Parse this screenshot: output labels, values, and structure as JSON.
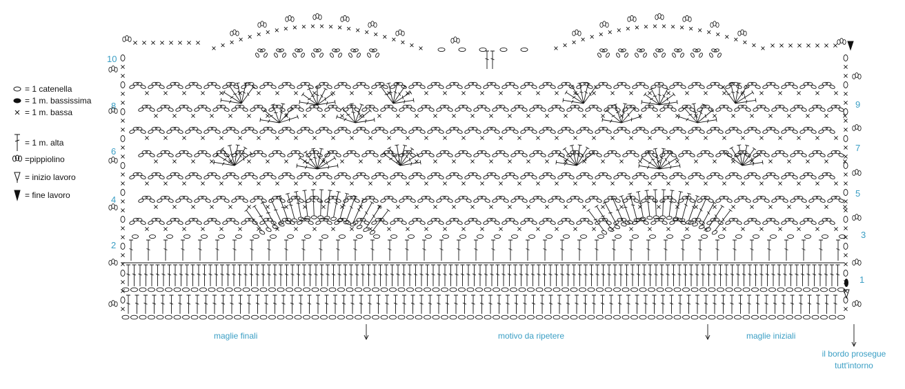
{
  "legend": [
    {
      "symbol": "chain-oval",
      "text": "= 1 catenella"
    },
    {
      "symbol": "filled-oval",
      "text": "= 1 m. bassissima"
    },
    {
      "symbol": "cross",
      "text": "= 1 m. bassa"
    },
    {
      "symbol": "double-crochet",
      "text": "= 1 m. alta"
    },
    {
      "symbol": "picot",
      "text": "=pippiolino"
    },
    {
      "symbol": "start-triangle-outline",
      "text": "= inizio lavoro"
    },
    {
      "symbol": "end-triangle-filled",
      "text": "= fine lavoro"
    }
  ],
  "row_numbers_left": [
    "10",
    "8",
    "6",
    "4",
    "2"
  ],
  "row_numbers_right": [
    "9",
    "7",
    "5",
    "3",
    "1"
  ],
  "captions": {
    "final_stitches": "maglie finali",
    "repeat_motif": "motivo da ripetere",
    "initial_stitches": "maglie iniziali",
    "border_note_line1": "il bordo prosegue",
    "border_note_line2": "tutt'intorno"
  },
  "colors": {
    "ink": "#111111",
    "label_blue": "#3a9ec4"
  }
}
